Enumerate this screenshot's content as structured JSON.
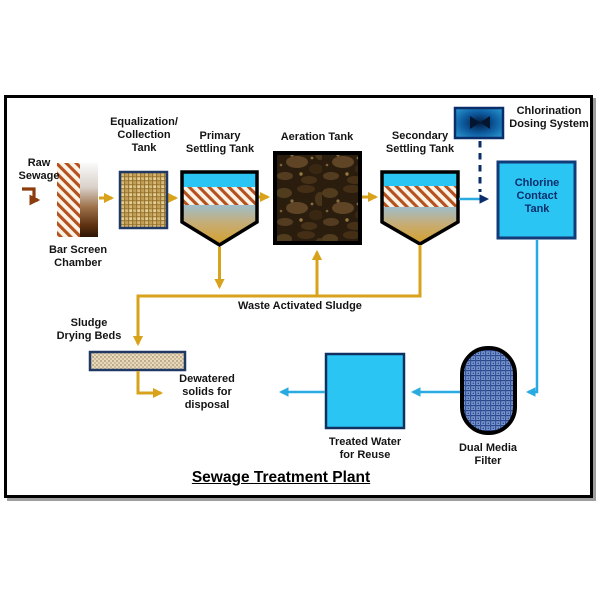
{
  "title": "Sewage Treatment Plant",
  "stages": {
    "raw_sewage": "Raw\nSewage",
    "bar_screen": "Bar Screen\nChamber",
    "equalization": "Equalization/\nCollection\nTank",
    "primary_settling": "Primary\nSettling Tank",
    "aeration": "Aeration Tank",
    "secondary_settling": "Secondary\nSettling Tank",
    "chlorination_dosing": "Chlorination\nDosing System",
    "chlorine_contact": "Chlorine\nContact\nTank",
    "waste_activated_sludge": "Waste Activated Sludge",
    "sludge_drying_beds": "Sludge\nDrying Beds",
    "dewatered_solids": "Dewatered\nsolids for\ndisposal",
    "treated_water": "Treated Water\nfor Reuse",
    "dual_media_filter": "Dual Media\nFilter"
  },
  "colors": {
    "sludge_flow_line": "#D9A21B",
    "water_flow_line": "#29ABE2",
    "tank_water_fill": "#2BC5F4",
    "navy_border": "#0B2E6B",
    "raw_sewage_arrow": "#8C3D0E",
    "hatch_stripe": "#B4511E",
    "frame_border": "#000000"
  }
}
